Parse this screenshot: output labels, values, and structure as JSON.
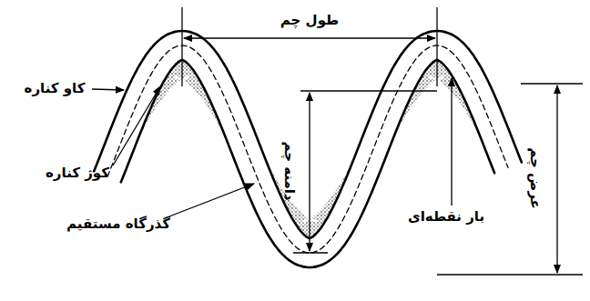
{
  "diagram": {
    "labels": [
      "طول چم",
      "کاو کناره",
      "کوژ کناره",
      "گذرگاه مستقیم",
      "بار نقطه‌ای",
      "دامنه چم",
      "عرض چم"
    ]
  }
}
